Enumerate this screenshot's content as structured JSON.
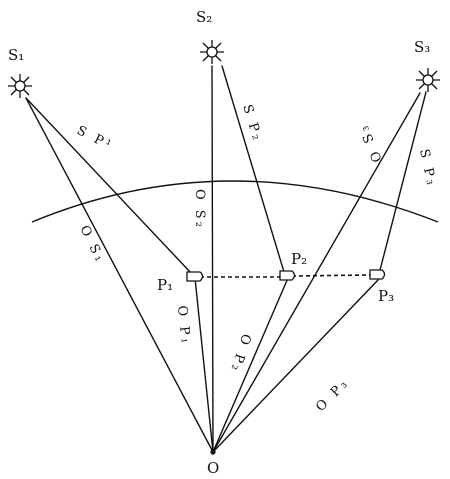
{
  "satellites": [
    {
      "label": "S₁",
      "icon": "sun-icon"
    },
    {
      "label": "S₂",
      "icon": "sun-icon"
    },
    {
      "label": "S₃",
      "icon": "sun-icon"
    }
  ],
  "points": [
    {
      "label": "P₁",
      "icon": "receiver-icon"
    },
    {
      "label": "P₂",
      "icon": "receiver-icon"
    },
    {
      "label": "P₃",
      "icon": "receiver-icon"
    }
  ],
  "origin": {
    "label": "O"
  },
  "segment_labels": {
    "SP1": "S P¹",
    "SP2": "S P₂",
    "SP3": "S P₃",
    "OS1": "O S₁",
    "OS2": "O S₂",
    "OS3": "O S₃",
    "OP1": "O P₁",
    "OP2": "O P₂",
    "OP3": "O P₃"
  }
}
